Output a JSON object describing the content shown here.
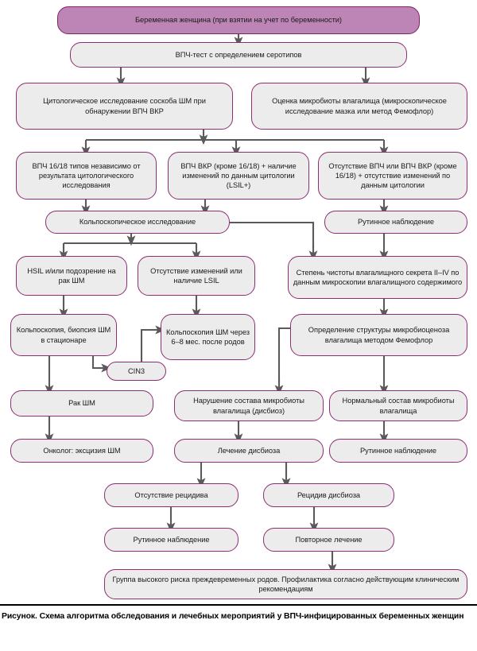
{
  "figure": {
    "caption": "Рисунок. Схема алгоритма обследования и лечебных мероприятий у ВПЧ-инфицированных беременных женщин",
    "colors": {
      "accent_fill": "#bd85b5",
      "node_fill": "#ececec",
      "node_border": "#8e2d73",
      "connector": "#5a5a5a",
      "caption_rule": "#000000"
    }
  },
  "chart_data": {
    "type": "diagram",
    "title": "Схема алгоритма обследования и лечебных мероприятий у ВПЧ-инфицированных беременных женщин",
    "nodes": [
      {
        "id": "n1",
        "label": "Беременная женщина (при взятии на учет по беременности)",
        "style": "accent"
      },
      {
        "id": "n2",
        "label": "ВПЧ-тест с определением серотипов",
        "style": "plain"
      },
      {
        "id": "n3",
        "label": "Цитологическое исследование соскоба ШМ при обнаружении ВПЧ ВКР",
        "style": "plain"
      },
      {
        "id": "n4",
        "label": "Оценка микробиоты влагалища (микроскопическое исследование мазка или метод Фемофлор)",
        "style": "plain"
      },
      {
        "id": "n5",
        "label": "ВПЧ 16/18 типов независимо от результата цитологического исследования",
        "style": "plain"
      },
      {
        "id": "n6",
        "label": "ВПЧ ВКР (кроме 16/18) + наличие изменений по данным цитологии (LSIL+)",
        "style": "plain"
      },
      {
        "id": "n7",
        "label": "Отсутствие ВПЧ или ВПЧ ВКР (кроме 16/18) + отсутствие изменений по данным цитологии",
        "style": "plain"
      },
      {
        "id": "n8",
        "label": "Кольпоскопическое исследование",
        "style": "plain"
      },
      {
        "id": "n9",
        "label": "Рутинное наблюдение",
        "style": "plain"
      },
      {
        "id": "n10",
        "label": "HSIL и/или подозрение на рак ШМ",
        "style": "plain"
      },
      {
        "id": "n11",
        "label": "Отсутствие изменений или наличие LSIL",
        "style": "plain"
      },
      {
        "id": "n12",
        "label": "Степень чистоты влагалищного секрета II–IV по данным микроскопии влагалищного содержимого",
        "style": "plain"
      },
      {
        "id": "n13",
        "label": "Кольпоскопия, биопсия ШМ в стационаре",
        "style": "plain"
      },
      {
        "id": "n14",
        "label": "Кольпоскопия ШМ через 6–8 мес. после родов",
        "style": "plain"
      },
      {
        "id": "n15",
        "label": "Определение структуры микробиоценоза влагалища методом Фемофлор",
        "style": "plain"
      },
      {
        "id": "n16",
        "label": "CIN3",
        "style": "plain"
      },
      {
        "id": "n17",
        "label": "Рак ШМ",
        "style": "plain"
      },
      {
        "id": "n18",
        "label": "Нарушение состава микробиоты влагалища (дисбиоз)",
        "style": "plain"
      },
      {
        "id": "n19",
        "label": "Нормальный состав микробиоты влагалища",
        "style": "plain"
      },
      {
        "id": "n20",
        "label": "Онколог: эксцизия ШМ",
        "style": "plain"
      },
      {
        "id": "n21",
        "label": "Лечение дисбиоза",
        "style": "plain"
      },
      {
        "id": "n22",
        "label": "Рутинное наблюдение",
        "style": "plain"
      },
      {
        "id": "n23",
        "label": "Отсутствие рецидива",
        "style": "plain"
      },
      {
        "id": "n24",
        "label": "Рецидив дисбиоза",
        "style": "plain"
      },
      {
        "id": "n25",
        "label": "Рутинное наблюдение",
        "style": "plain"
      },
      {
        "id": "n26",
        "label": "Повторное лечение",
        "style": "plain"
      },
      {
        "id": "n27",
        "label": "Группа высокого риска преждевременных родов. Профилактика согласно действующим клиническим рекомендациям",
        "style": "plain"
      }
    ],
    "edges": [
      {
        "from": "n1",
        "to": "n2"
      },
      {
        "from": "n2",
        "to": "n3"
      },
      {
        "from": "n2",
        "to": "n4"
      },
      {
        "from": "n3",
        "to": "n5"
      },
      {
        "from": "n3",
        "to": "n6"
      },
      {
        "from": "n3",
        "to": "n7"
      },
      {
        "from": "n5",
        "to": "n8"
      },
      {
        "from": "n6",
        "to": "n8"
      },
      {
        "from": "n7",
        "to": "n9"
      },
      {
        "from": "n8",
        "to": "n10"
      },
      {
        "from": "n8",
        "to": "n11"
      },
      {
        "from": "n8",
        "to": "n12"
      },
      {
        "from": "n9",
        "to": "n12"
      },
      {
        "from": "n10",
        "to": "n13"
      },
      {
        "from": "n11",
        "to": "n14"
      },
      {
        "from": "n12",
        "to": "n15"
      },
      {
        "from": "n13",
        "to": "n16"
      },
      {
        "from": "n13",
        "to": "n17"
      },
      {
        "from": "n16",
        "to": "n14"
      },
      {
        "from": "n15",
        "to": "n18"
      },
      {
        "from": "n15",
        "to": "n19"
      },
      {
        "from": "n17",
        "to": "n20"
      },
      {
        "from": "n18",
        "to": "n21"
      },
      {
        "from": "n19",
        "to": "n22"
      },
      {
        "from": "n21",
        "to": "n23"
      },
      {
        "from": "n21",
        "to": "n24"
      },
      {
        "from": "n23",
        "to": "n25"
      },
      {
        "from": "n24",
        "to": "n26"
      },
      {
        "from": "n26",
        "to": "n27"
      }
    ]
  },
  "nodes_text": {
    "n1": "Беременная женщина (при взятии на учет по беременности)",
    "n2": "ВПЧ-тест с определением серотипов",
    "n3": "Цитологическое исследование соскоба ШМ при обнаружении ВПЧ ВКР",
    "n4": "Оценка микробиоты влагалища (микроскопическое исследование мазка или метод Фемофлор)",
    "n5": "ВПЧ 16/18 типов независимо от результата цитологического исследования",
    "n6": "ВПЧ ВКР (кроме 16/18) + наличие изменений по данным цитологии (LSIL+)",
    "n7": "Отсутствие ВПЧ или ВПЧ ВКР (кроме 16/18) + отсутствие изменений по данным цитологии",
    "n8": "Кольпоскопическое исследование",
    "n9": "Рутинное наблюдение",
    "n10": "HSIL и/или подозрение на рак ШМ",
    "n11": "Отсутствие изменений или наличие LSIL",
    "n12": "Степень чистоты влагалищного секрета II–IV по данным микроскопии влагалищного содержимого",
    "n13": "Кольпоскопия, биопсия ШМ в стационаре",
    "n14": "Кольпоскопия ШМ через 6–8 мес. после родов",
    "n15": "Определение структуры микробиоценоза влагалища методом Фемофлор",
    "n16": "CIN3",
    "n17": "Рак ШМ",
    "n18": "Нарушение состава микробиоты влагалища (дисбиоз)",
    "n19": "Нормальный состав микробиоты влагалища",
    "n20": "Онколог: эксцизия ШМ",
    "n21": "Лечение дисбиоза",
    "n22": "Рутинное наблюдение",
    "n23": "Отсутствие рецидива",
    "n24": "Рецидив дисбиоза",
    "n25": "Рутинное наблюдение",
    "n26": "Повторное лечение",
    "n27": "Группа высокого риска преждевременных родов. Профилактика согласно действующим клиническим рекомендациям"
  }
}
